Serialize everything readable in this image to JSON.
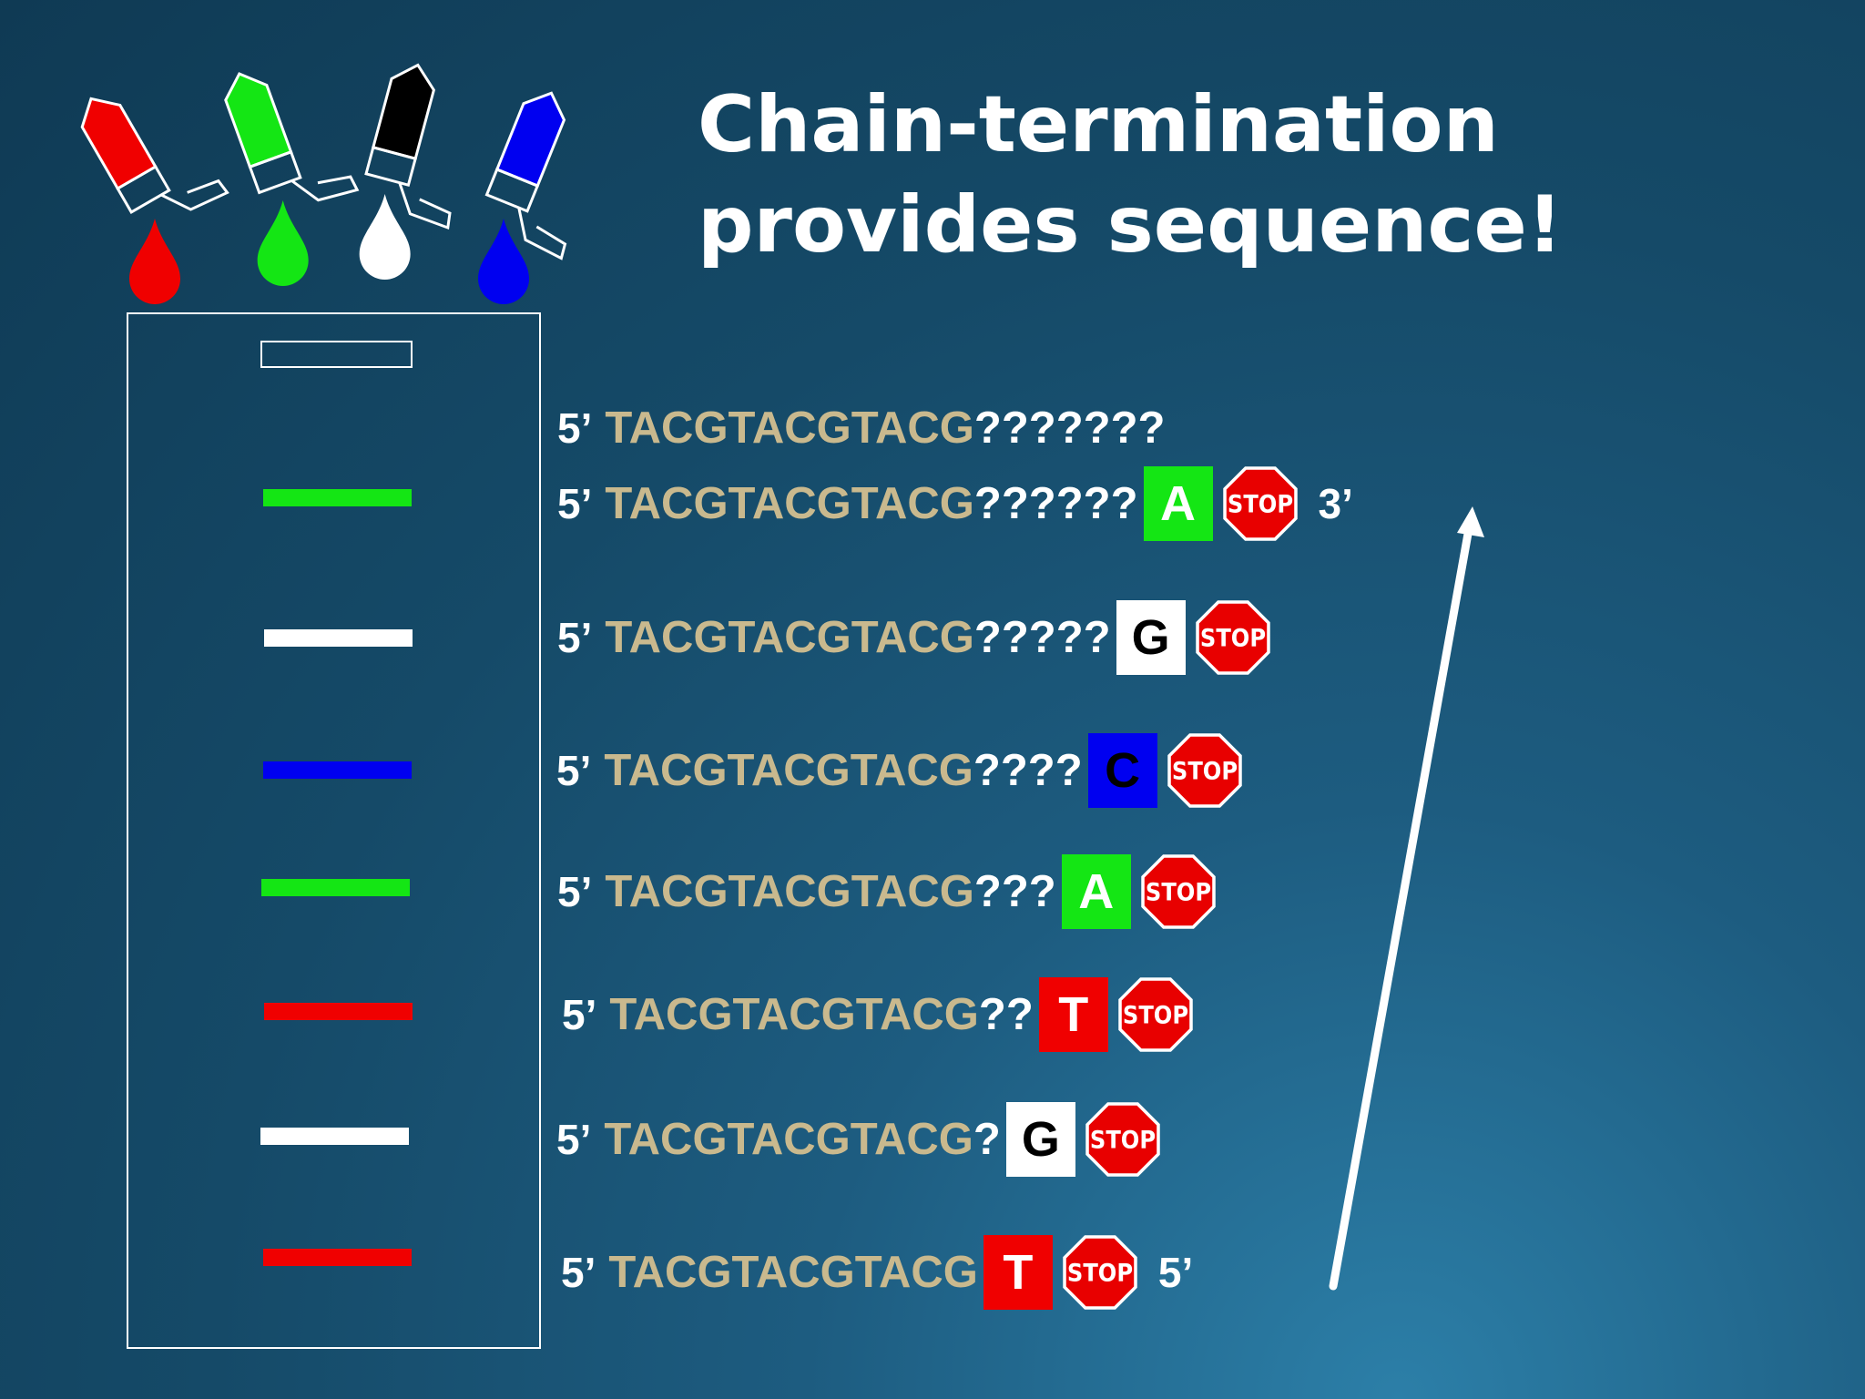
{
  "title": "Chain-termination provides sequence!",
  "colors": {
    "A": "#14e614",
    "G": "#ffffff",
    "C": "#0000f0",
    "T": "#f00000"
  },
  "droppers": [
    {
      "color": "#f00000"
    },
    {
      "color": "#14e614"
    },
    {
      "color": "#000000",
      "drop": "#ffffff"
    },
    {
      "color": "#0000f0"
    }
  ],
  "gel_bands": [
    "A",
    "G",
    "C",
    "A",
    "T",
    "G",
    "T"
  ],
  "fragments": [
    {
      "prefix": "5’",
      "sequence": "TACGTACGTACG",
      "unknown": "???????",
      "base": "",
      "stop": "",
      "end": ""
    },
    {
      "prefix": "5’",
      "sequence": "TACGTACGTACG",
      "unknown": "??????",
      "base": "A",
      "stop": "STOP",
      "end": "3’"
    },
    {
      "prefix": "5’",
      "sequence": "TACGTACGTACG",
      "unknown": "?????",
      "base": "G",
      "stop": "STOP",
      "end": ""
    },
    {
      "prefix": "5’",
      "sequence": "TACGTACGTACG",
      "unknown": "????",
      "base": "C",
      "stop": "STOP",
      "end": ""
    },
    {
      "prefix": "5’",
      "sequence": "TACGTACGTACG",
      "unknown": "???",
      "base": "A",
      "stop": "STOP",
      "end": ""
    },
    {
      "prefix": "5’",
      "sequence": "TACGTACGTACG",
      "unknown": "??",
      "base": "T",
      "stop": "STOP",
      "end": ""
    },
    {
      "prefix": "5’",
      "sequence": "TACGTACGTACG",
      "unknown": "?",
      "base": "G",
      "stop": "STOP",
      "end": ""
    },
    {
      "prefix": "5’",
      "sequence": "TACGTACGTACG",
      "unknown": "",
      "base": "T",
      "stop": "STOP",
      "end": "5’"
    }
  ]
}
